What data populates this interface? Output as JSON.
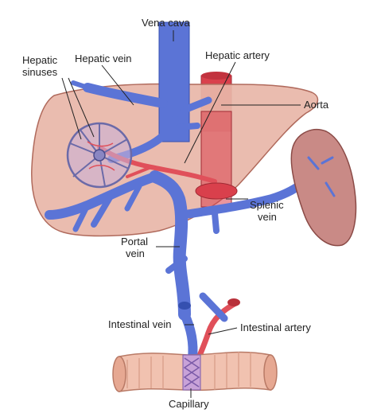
{
  "labels": {
    "vena_cava": "Vena cava",
    "hepatic_vein": "Hepatic vein",
    "hepatic_artery": "Hepatic artery",
    "hepatic_sinuses_line1": "Hepatic",
    "hepatic_sinuses_line2": "sinuses",
    "aorta": "Aorta",
    "splenic_vein_line1": "Splenic",
    "splenic_vein_line2": "vein",
    "portal_vein_line1": "Portal",
    "portal_vein_line2": "vein",
    "intestinal_vein": "Intestinal vein",
    "intestinal_artery": "Intestinal artery",
    "capillary": "Capillary"
  },
  "colors": {
    "liver_fill": "#e8b6a8",
    "liver_stroke": "#b06a5c",
    "vein": "#5b74d6",
    "vein_dark": "#3550b0",
    "artery": "#e0505a",
    "artery_dark": "#b8303a",
    "spleen_fill": "#c98a86",
    "spleen_stroke": "#8a4a46",
    "intestine_fill": "#f1c2b0",
    "intestine_stroke": "#b97a66",
    "leader": "#222222"
  }
}
